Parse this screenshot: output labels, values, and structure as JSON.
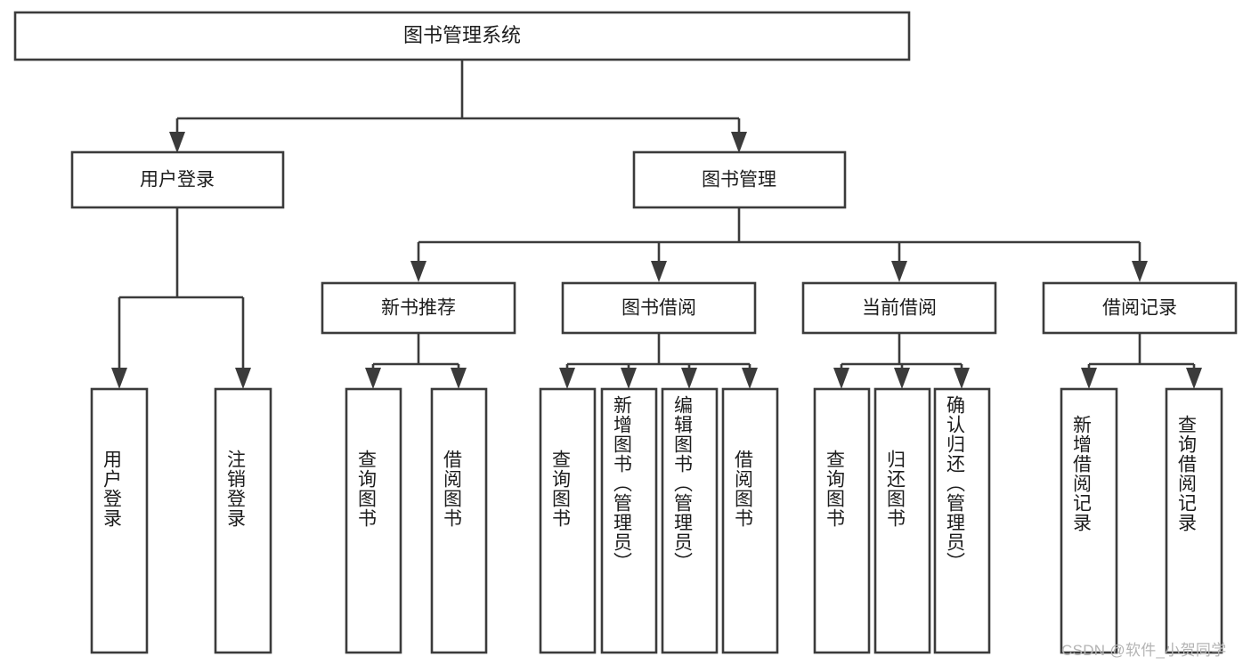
{
  "diagram": {
    "type": "tree-hierarchy-flowchart",
    "title": "图书管理系统",
    "watermark": "CSDN @软件_小贺同学",
    "colors": {
      "stroke": "#3b3b3b",
      "box_fill": "#ffffff",
      "text": "#1c1c1c",
      "background": "#ffffff",
      "watermark": "#b4b4b4"
    },
    "levels": {
      "root": {
        "label": "图书管理系统"
      },
      "level2": [
        {
          "label": "用户登录"
        },
        {
          "label": "图书管理"
        }
      ],
      "level3": [
        {
          "label": "新书推荐"
        },
        {
          "label": "图书借阅"
        },
        {
          "label": "当前借阅"
        },
        {
          "label": "借阅记录"
        }
      ],
      "leaves": {
        "user_login": [
          {
            "label": "用户登录"
          },
          {
            "label": "注销登录"
          }
        ],
        "new_book_recommend": [
          {
            "label": "查询图书"
          },
          {
            "label": "借阅图书"
          }
        ],
        "book_borrow": [
          {
            "label": "查询图书"
          },
          {
            "label": "新增图书（管理员）"
          },
          {
            "label": "编辑图书（管理员）"
          },
          {
            "label": "借阅图书"
          }
        ],
        "current_borrow": [
          {
            "label": "查询图书"
          },
          {
            "label": "归还图书"
          },
          {
            "label": "确认归还（管理员）"
          }
        ],
        "borrow_record": [
          {
            "label": "新增借阅记录"
          },
          {
            "label": "查询借阅记录"
          }
        ]
      }
    },
    "edges": [
      {
        "from": "图书管理系统",
        "to": "用户登录"
      },
      {
        "from": "图书管理系统",
        "to": "图书管理"
      },
      {
        "from": "用户登录",
        "to": "用户登录"
      },
      {
        "from": "用户登录",
        "to": "注销登录"
      },
      {
        "from": "图书管理",
        "to": "新书推荐"
      },
      {
        "from": "图书管理",
        "to": "图书借阅"
      },
      {
        "from": "图书管理",
        "to": "当前借阅"
      },
      {
        "from": "图书管理",
        "to": "借阅记录"
      },
      {
        "from": "新书推荐",
        "to": "查询图书"
      },
      {
        "from": "新书推荐",
        "to": "借阅图书"
      },
      {
        "from": "图书借阅",
        "to": "查询图书"
      },
      {
        "from": "图书借阅",
        "to": "新增图书（管理员）"
      },
      {
        "from": "图书借阅",
        "to": "编辑图书（管理员）"
      },
      {
        "from": "图书借阅",
        "to": "借阅图书"
      },
      {
        "from": "当前借阅",
        "to": "查询图书"
      },
      {
        "from": "当前借阅",
        "to": "归还图书"
      },
      {
        "from": "当前借阅",
        "to": "确认归还（管理员）"
      },
      {
        "from": "借阅记录",
        "to": "新增借阅记录"
      },
      {
        "from": "借阅记录",
        "to": "查询借阅记录"
      }
    ]
  }
}
